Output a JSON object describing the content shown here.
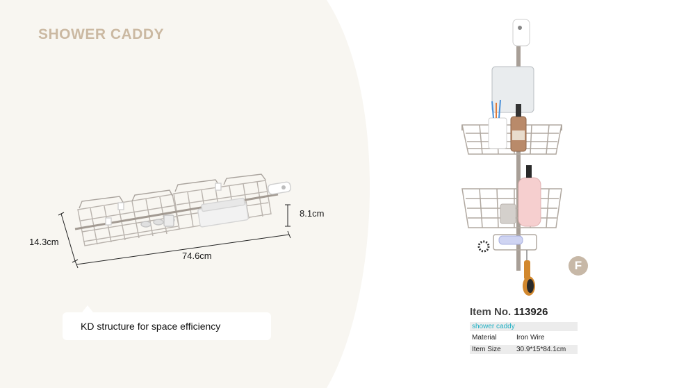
{
  "page": {
    "title": "SHOWER CADDY",
    "colors": {
      "title": "#cbb9a2",
      "panel_bg": "#f8f6f1",
      "badge": "#c7b8a7",
      "accent_text": "#1fb0c4"
    }
  },
  "dimensions": {
    "width": "74.6cm",
    "depth": "14.3cm",
    "height": "8.1cm"
  },
  "callout": {
    "text": "KD structure for space efficiency"
  },
  "badge": {
    "letter": "F"
  },
  "product": {
    "item_no_label": "Item No.",
    "item_no": "113926",
    "name": "shower caddy",
    "specs": [
      {
        "label": "Material",
        "value": "Iron Wire"
      },
      {
        "label": "Item Size",
        "value": "30.9*15*84.1cm"
      }
    ]
  }
}
